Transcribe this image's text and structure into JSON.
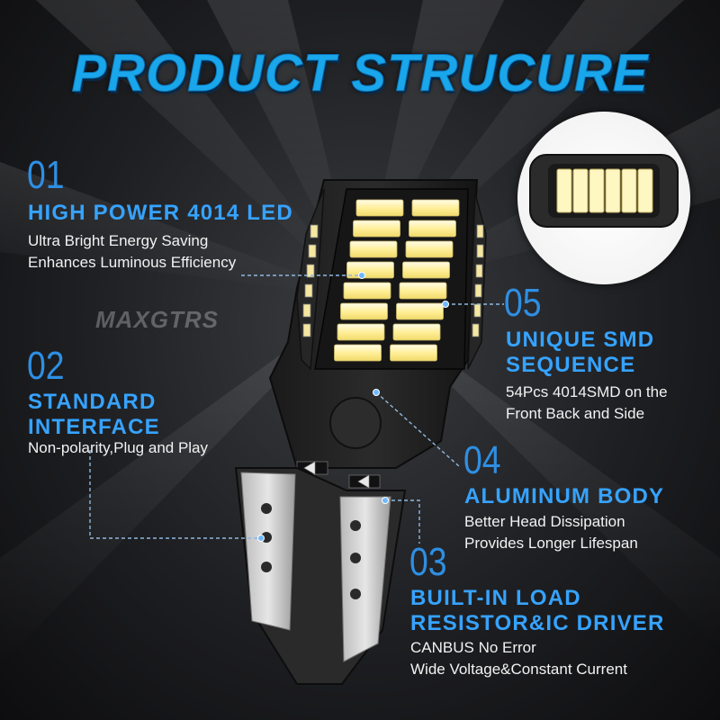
{
  "title": "PRODUCT STRUCURE",
  "watermark": "MAXGTRS",
  "colors": {
    "accent": "#2e8fe3",
    "heading": "#36a3ff",
    "text": "#f2f2f2",
    "background": "#1e1f22"
  },
  "features": [
    {
      "number": "01",
      "heading": [
        "HIGH POWER 4014 LED"
      ],
      "description": [
        "Ultra Bright Energy Saving",
        "Enhances Luminous Efficiency"
      ]
    },
    {
      "number": "02",
      "heading": [
        "STANDARD",
        "INTERFACE"
      ],
      "description": [
        "Non-polarity,Plug and Play"
      ]
    },
    {
      "number": "03",
      "heading": [
        "BUILT-IN LOAD",
        "RESISTOR&IC DRIVER"
      ],
      "description": [
        "CANBUS No Error",
        "Wide Voltage&Constant Current"
      ]
    },
    {
      "number": "04",
      "heading": [
        "ALUMINUM BODY"
      ],
      "description": [
        "Better Head Dissipation",
        "Provides Longer Lifespan"
      ]
    },
    {
      "number": "05",
      "heading": [
        "UNIQUE SMD",
        "SEQUENCE"
      ],
      "description": [
        "54Pcs 4014SMD on the",
        "Front Back and Side"
      ]
    }
  ]
}
